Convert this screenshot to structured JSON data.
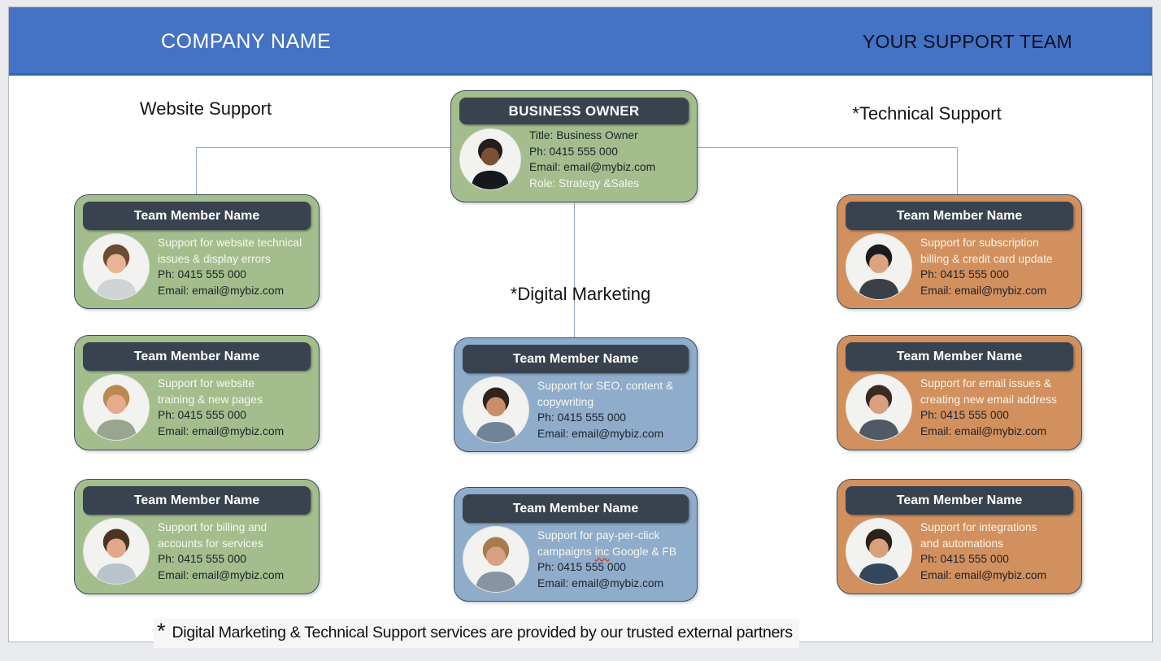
{
  "banner": {
    "company_name": "COMPANY NAME",
    "support_team": "YOUR SUPPORT TEAM"
  },
  "colors": {
    "banner_blue": "#4472C4",
    "card_green": "#A3BE8C",
    "card_blue": "#8FACCB",
    "card_orange": "#D2905E",
    "header_navy": "#39434F",
    "connector": "#9AACCB"
  },
  "owner": {
    "header": "BUSINESS OWNER",
    "title": "Title: Business Owner",
    "phone": "Ph: 0415 555 000",
    "email": "Email: email@mybiz.com",
    "role": "Role: Strategy &Sales",
    "avatar": "photo-woman-dark-curly-hair-glasses",
    "avatar_style": "--hair:#241d20;--skin:#7d4f33;--shirt:#15181d"
  },
  "columns": {
    "left": {
      "heading": "Website Support",
      "cards": [
        {
          "name": "Team Member Name",
          "desc": [
            "Support for website technical",
            "issues & display errors"
          ],
          "phone": "Ph: 0415 555 000",
          "email": "Email: email@mybiz.com",
          "avatar": "photo-woman-brown-hair",
          "avatar_style": "--hair:#6d4a33;--skin:#e8b493;--shirt:#cfd4d6"
        },
        {
          "name": "Team Member Name",
          "desc": [
            "Support for website",
            "training & new pages"
          ],
          "phone": "Ph: 0415 555 000",
          "email": "Email: email@mybiz.com",
          "avatar": "photo-woman-blonde-hair-glasses",
          "avatar_style": "--hair:#b98a52;--skin:#e5ab8c;--shirt:#9aa58f"
        },
        {
          "name": "Team Member Name",
          "desc": [
            "Support for billing and",
            "accounts for services"
          ],
          "phone": "Ph: 0415 555 000",
          "email": "Email: email@mybiz.com",
          "avatar": "photo-man-dark-hair-smiling",
          "avatar_style": "--hair:#4a3424;--skin:#e3a887;--shirt:#b8c3cc"
        }
      ]
    },
    "center": {
      "heading": "*Digital Marketing",
      "cards": [
        {
          "name": "Team Member Name",
          "desc": [
            "Support for SEO, content &",
            "copywriting"
          ],
          "phone": "Ph: 0415 555 000",
          "email": "Email: email@mybiz.com",
          "avatar": "photo-man-short-dark-hair",
          "avatar_style": "--hair:#2f251d;--skin:#c98f6b;--shirt:#6f8496"
        },
        {
          "name": "Team Member Name",
          "desc": [
            "Support for pay-per-click",
            "campaigns inc Google & FB"
          ],
          "misspelled": "inc",
          "phone": "Ph: 0415 555 000",
          "email": "Email: email@mybiz.com",
          "avatar": "photo-woman-light-brown-hair",
          "avatar_style": "--hair:#a67c4f;--skin:#d9a183;--shirt:#8795a3"
        }
      ]
    },
    "right": {
      "heading": "*Technical Support",
      "cards": [
        {
          "name": "Team Member Name",
          "desc": [
            "Support for subscription",
            "billing & credit card update"
          ],
          "phone": "Ph: 0415 555 000",
          "email": "Email: email@mybiz.com",
          "avatar": "photo-man-black-hair-suit",
          "avatar_style": "--hair:#1c1b1d;--skin:#d9a57e;--shirt:#3a3f48"
        },
        {
          "name": "Team Member Name",
          "desc": [
            "Support for email issues &",
            "creating new email address"
          ],
          "phone": "Ph: 0415 555 000",
          "email": "Email: email@mybiz.com",
          "avatar": "photo-woman-dark-hair-smiling",
          "avatar_style": "--hair:#3a2a22;--skin:#d99f80;--shirt:#4f5a66"
        },
        {
          "name": "Team Member Name",
          "desc": [
            "Support for integrations",
            "and automations"
          ],
          "phone": "Ph: 0415 555 000",
          "email": "Email: email@mybiz.com",
          "avatar": "photo-man-dark-hair-blue-shirt",
          "avatar_style": "--hair:#2b2118;--skin:#d9a07c;--shirt:#33475c"
        }
      ]
    }
  },
  "footer": {
    "asterisk": "*",
    "note": "Digital Marketing & Technical Support services are provided by our trusted external partners"
  }
}
